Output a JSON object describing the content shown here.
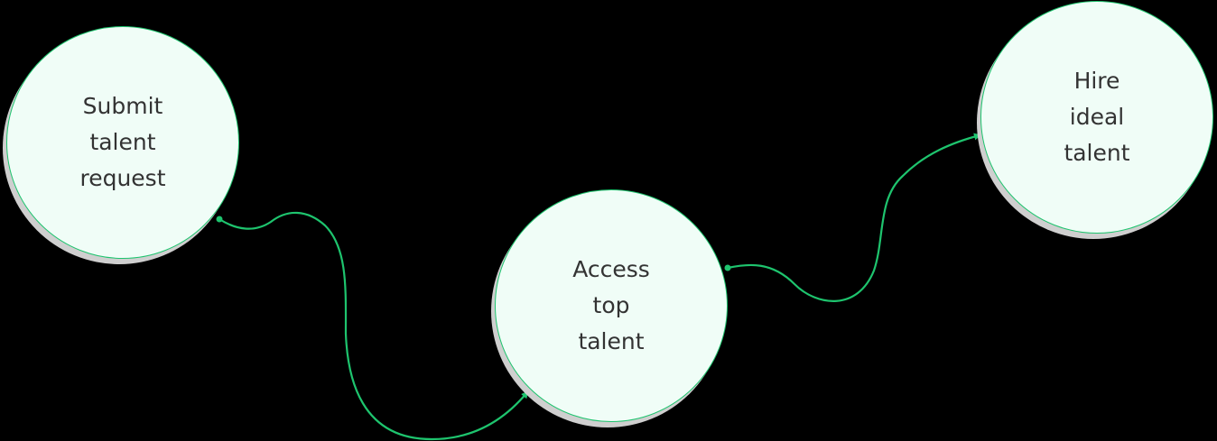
{
  "diagram": {
    "type": "process-flow",
    "accent_color": "#1ec46e",
    "node_fill": "#f0fdf7",
    "nodes": [
      {
        "id": "submit",
        "lines": [
          "Submit",
          "talent",
          "request"
        ]
      },
      {
        "id": "access",
        "lines": [
          "Access",
          "top",
          "talent"
        ]
      },
      {
        "id": "hire",
        "lines": [
          "Hire",
          "ideal",
          "talent"
        ]
      }
    ],
    "edges": [
      {
        "from": "submit",
        "to": "access"
      },
      {
        "from": "access",
        "to": "hire"
      }
    ]
  }
}
